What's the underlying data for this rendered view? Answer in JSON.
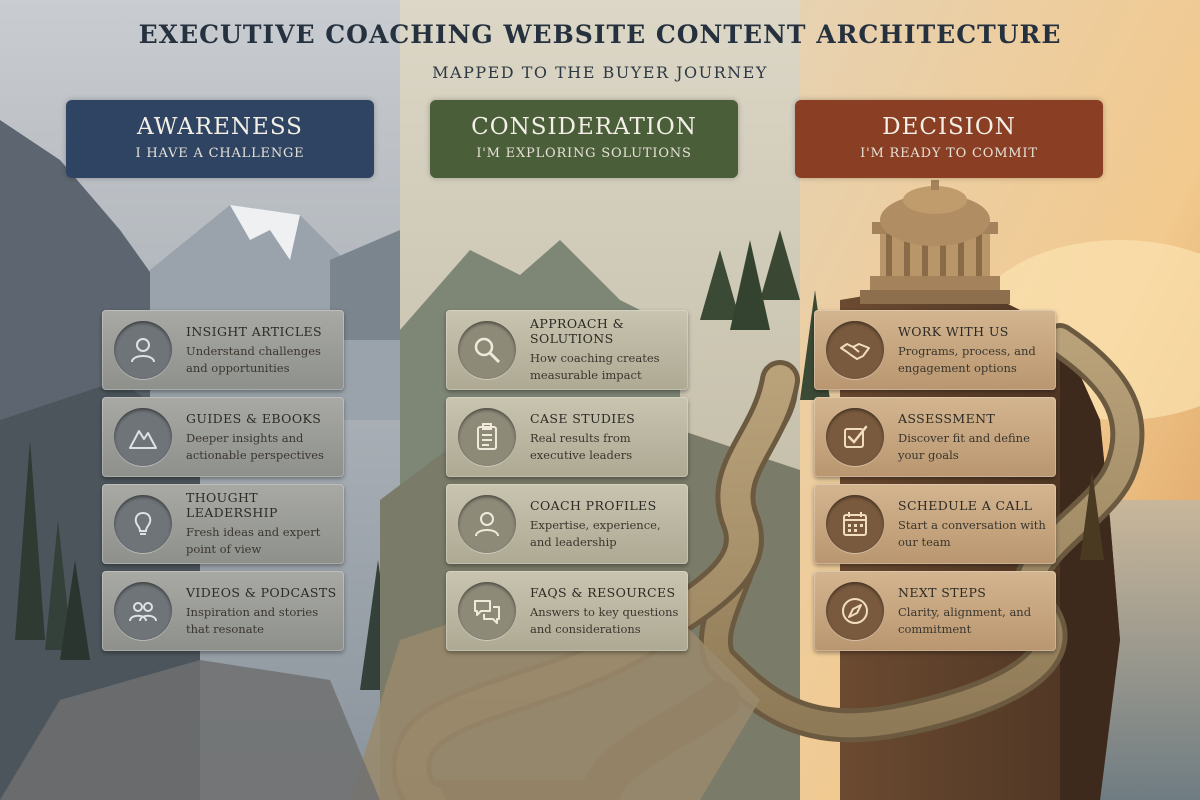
{
  "header": {
    "title": "Executive Coaching Website Content Architecture",
    "subtitle": "Mapped to the Buyer Journey"
  },
  "colors": {
    "awareness": "#2f4463",
    "consideration": "#4a5e3a",
    "decision": "#8a3f24",
    "title": "#26313f"
  },
  "stages": [
    {
      "name": "Awareness",
      "tagline": "I have a challenge",
      "cards": [
        {
          "title": "Insight Articles",
          "desc": "Understand challenges and opportunities",
          "icon": "person-icon"
        },
        {
          "title": "Guides & eBooks",
          "desc": "Deeper insights and actionable perspectives",
          "icon": "mountain-icon"
        },
        {
          "title": "Thought Leadership",
          "desc": "Fresh ideas and expert point of view",
          "icon": "lightbulb-icon"
        },
        {
          "title": "Videos & Podcasts",
          "desc": "Inspiration and stories that resonate",
          "icon": "group-icon"
        }
      ]
    },
    {
      "name": "Consideration",
      "tagline": "I'm exploring solutions",
      "cards": [
        {
          "title": "Approach & Solutions",
          "desc": "How coaching creates measurable impact",
          "icon": "magnifier-icon"
        },
        {
          "title": "Case Studies",
          "desc": "Real results from executive leaders",
          "icon": "clipboard-icon"
        },
        {
          "title": "Coach Profiles",
          "desc": "Expertise, experience, and leadership",
          "icon": "profile-icon"
        },
        {
          "title": "FAQs & Resources",
          "desc": "Answers to key questions and considerations",
          "icon": "chat-bubbles-icon"
        }
      ]
    },
    {
      "name": "Decision",
      "tagline": "I'm ready to commit",
      "cards": [
        {
          "title": "Work With Us",
          "desc": "Programs, process, and engagement options",
          "icon": "handshake-icon"
        },
        {
          "title": "Assessment",
          "desc": "Discover fit and define your goals",
          "icon": "checkbox-icon"
        },
        {
          "title": "Schedule a Call",
          "desc": "Start a conversation with our team",
          "icon": "calendar-icon"
        },
        {
          "title": "Next Steps",
          "desc": "Clarity, alignment, and commitment",
          "icon": "compass-icon"
        }
      ]
    }
  ]
}
